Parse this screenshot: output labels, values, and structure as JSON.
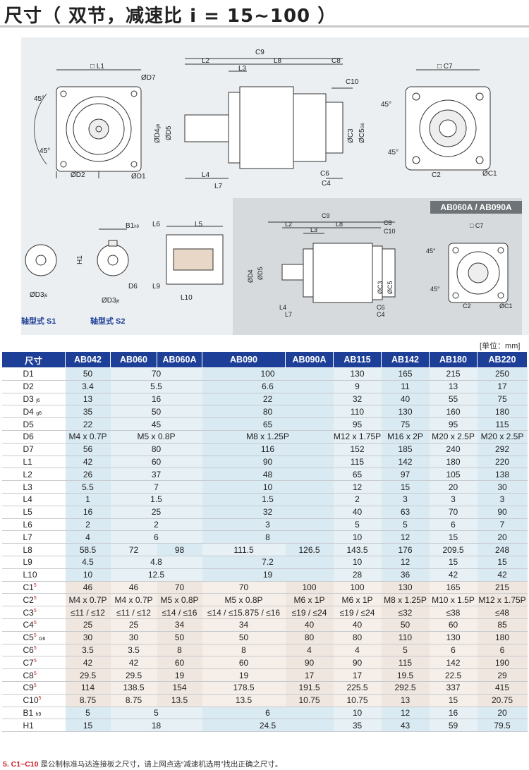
{
  "header": {
    "title": "尺寸（ 双节，减速比 i = 15~100 ）"
  },
  "drawing": {
    "inset_tag": "AB060A / AB090A",
    "labels": {
      "L1": "□ L1",
      "D7": "ØD7",
      "D2": "ØD2",
      "D1": "ØD1",
      "deg45a": "45°",
      "deg45b": "45°",
      "C9": "C9",
      "L2": "L2",
      "L3": "L3",
      "L8": "L8",
      "C8": "C8",
      "C10": "C10",
      "D4": "ØD4",
      "D4sub": "g6",
      "D5": "ØD5",
      "C3": "ØC3",
      "C5": "ØC5",
      "C5sub": "G6",
      "L4": "L4",
      "L7": "L7",
      "C6": "C6",
      "C4": "C4",
      "C7": "□ C7",
      "C2": "C2",
      "C1": "ØC1",
      "deg45c": "45°",
      "deg45d": "45°",
      "B1": "B1",
      "B1sub": "h9",
      "H1": "H1",
      "D6": "D6",
      "L6": "L6",
      "L5": "L5",
      "L9": "L9",
      "L10": "L10",
      "D3": "ØD3",
      "D3sub": "j6",
      "D3b": "ØD3",
      "D3bsub": "j6",
      "S1": "轴型式 S1",
      "S2": "轴型式 S2",
      "iC9": "C9",
      "iL2": "L2",
      "iL3": "L3",
      "iL8": "L8",
      "iC8": "C8",
      "iC10": "C10",
      "iC7": "□ C7",
      "iD4": "ØD4",
      "iD5": "ØD5",
      "iC3": "ØC3",
      "iC5": "ØC5",
      "iL4": "L4",
      "iL7": "L7",
      "iC6": "C6",
      "iC4": "C4",
      "iC2": "C2",
      "iC1": "ØC1",
      "i45a": "45°",
      "i45b": "45°"
    }
  },
  "unit_note": "[单位：mm]",
  "table": {
    "headers": [
      "尺寸",
      "AB042",
      "AB060",
      "AB060A",
      "AB090",
      "AB090A",
      "AB115",
      "AB142",
      "AB180",
      "AB220"
    ],
    "rows": [
      {
        "label": "D1",
        "sub": "",
        "sup": false,
        "cells": [
          [
            "50",
            1
          ],
          [
            "70",
            2
          ],
          [
            "100",
            2
          ],
          [
            "130",
            1
          ],
          [
            "165",
            1
          ],
          [
            "215",
            1
          ],
          [
            "250",
            1
          ]
        ]
      },
      {
        "label": "D2",
        "sub": "",
        "sup": false,
        "cells": [
          [
            "3.4",
            1
          ],
          [
            "5.5",
            2
          ],
          [
            "6.6",
            2
          ],
          [
            "9",
            1
          ],
          [
            "11",
            1
          ],
          [
            "13",
            1
          ],
          [
            "17",
            1
          ]
        ]
      },
      {
        "label": "D3",
        "sub": "j6",
        "sup": false,
        "cells": [
          [
            "13",
            1
          ],
          [
            "16",
            2
          ],
          [
            "22",
            2
          ],
          [
            "32",
            1
          ],
          [
            "40",
            1
          ],
          [
            "55",
            1
          ],
          [
            "75",
            1
          ]
        ]
      },
      {
        "label": "D4",
        "sub": "g6",
        "sup": false,
        "cells": [
          [
            "35",
            1
          ],
          [
            "50",
            2
          ],
          [
            "80",
            2
          ],
          [
            "110",
            1
          ],
          [
            "130",
            1
          ],
          [
            "160",
            1
          ],
          [
            "180",
            1
          ]
        ]
      },
      {
        "label": "D5",
        "sub": "",
        "sup": false,
        "cells": [
          [
            "22",
            1
          ],
          [
            "45",
            2
          ],
          [
            "65",
            2
          ],
          [
            "95",
            1
          ],
          [
            "75",
            1
          ],
          [
            "95",
            1
          ],
          [
            "115",
            1
          ]
        ]
      },
      {
        "label": "D6",
        "sub": "",
        "sup": false,
        "cells": [
          [
            "M4 x 0.7P",
            1
          ],
          [
            "M5 x 0.8P",
            2
          ],
          [
            "M8 x 1.25P",
            2
          ],
          [
            "M12 x 1.75P",
            1
          ],
          [
            "M16 x 2P",
            1
          ],
          [
            "M20 x 2.5P",
            1
          ],
          [
            "M20 x 2.5P",
            1
          ]
        ]
      },
      {
        "label": "D7",
        "sub": "",
        "sup": false,
        "cells": [
          [
            "56",
            1
          ],
          [
            "80",
            2
          ],
          [
            "116",
            2
          ],
          [
            "152",
            1
          ],
          [
            "185",
            1
          ],
          [
            "240",
            1
          ],
          [
            "292",
            1
          ]
        ]
      },
      {
        "label": "L1",
        "sub": "",
        "sup": false,
        "cells": [
          [
            "42",
            1
          ],
          [
            "60",
            2
          ],
          [
            "90",
            2
          ],
          [
            "115",
            1
          ],
          [
            "142",
            1
          ],
          [
            "180",
            1
          ],
          [
            "220",
            1
          ]
        ]
      },
      {
        "label": "L2",
        "sub": "",
        "sup": false,
        "cells": [
          [
            "26",
            1
          ],
          [
            "37",
            2
          ],
          [
            "48",
            2
          ],
          [
            "65",
            1
          ],
          [
            "97",
            1
          ],
          [
            "105",
            1
          ],
          [
            "138",
            1
          ]
        ]
      },
      {
        "label": "L3",
        "sub": "",
        "sup": false,
        "cells": [
          [
            "5.5",
            1
          ],
          [
            "7",
            2
          ],
          [
            "10",
            2
          ],
          [
            "12",
            1
          ],
          [
            "15",
            1
          ],
          [
            "20",
            1
          ],
          [
            "30",
            1
          ]
        ]
      },
      {
        "label": "L4",
        "sub": "",
        "sup": false,
        "cells": [
          [
            "1",
            1
          ],
          [
            "1.5",
            2
          ],
          [
            "1.5",
            2
          ],
          [
            "2",
            1
          ],
          [
            "3",
            1
          ],
          [
            "3",
            1
          ],
          [
            "3",
            1
          ]
        ]
      },
      {
        "label": "L5",
        "sub": "",
        "sup": false,
        "cells": [
          [
            "16",
            1
          ],
          [
            "25",
            2
          ],
          [
            "32",
            2
          ],
          [
            "40",
            1
          ],
          [
            "63",
            1
          ],
          [
            "70",
            1
          ],
          [
            "90",
            1
          ]
        ]
      },
      {
        "label": "L6",
        "sub": "",
        "sup": false,
        "cells": [
          [
            "2",
            1
          ],
          [
            "2",
            2
          ],
          [
            "3",
            2
          ],
          [
            "5",
            1
          ],
          [
            "5",
            1
          ],
          [
            "6",
            1
          ],
          [
            "7",
            1
          ]
        ]
      },
      {
        "label": "L7",
        "sub": "",
        "sup": false,
        "cells": [
          [
            "4",
            1
          ],
          [
            "6",
            2
          ],
          [
            "8",
            2
          ],
          [
            "10",
            1
          ],
          [
            "12",
            1
          ],
          [
            "15",
            1
          ],
          [
            "20",
            1
          ]
        ]
      },
      {
        "label": "L8",
        "sub": "",
        "sup": false,
        "cells": [
          [
            "58.5",
            1
          ],
          [
            "72",
            1
          ],
          [
            "98",
            1
          ],
          [
            "111.5",
            1
          ],
          [
            "126.5",
            1
          ],
          [
            "143.5",
            1
          ],
          [
            "176",
            1
          ],
          [
            "209.5",
            1
          ],
          [
            "248",
            1
          ]
        ]
      },
      {
        "label": "L9",
        "sub": "",
        "sup": false,
        "cells": [
          [
            "4.5",
            1
          ],
          [
            "4.8",
            2
          ],
          [
            "7.2",
            2
          ],
          [
            "10",
            1
          ],
          [
            "12",
            1
          ],
          [
            "15",
            1
          ],
          [
            "15",
            1
          ]
        ]
      },
      {
        "label": "L10",
        "sub": "",
        "sup": false,
        "cells": [
          [
            "10",
            1
          ],
          [
            "12.5",
            2
          ],
          [
            "19",
            2
          ],
          [
            "28",
            1
          ],
          [
            "36",
            1
          ],
          [
            "42",
            1
          ],
          [
            "42",
            1
          ]
        ]
      },
      {
        "label": "C1",
        "sub": "",
        "sup": true,
        "cells": [
          [
            "46",
            1
          ],
          [
            "46",
            1
          ],
          [
            "70",
            1
          ],
          [
            "70",
            1
          ],
          [
            "100",
            1
          ],
          [
            "100",
            1
          ],
          [
            "130",
            1
          ],
          [
            "165",
            1
          ],
          [
            "215",
            1
          ]
        ]
      },
      {
        "label": "C2",
        "sub": "",
        "sup": true,
        "cells": [
          [
            "M4 x 0.7P",
            1
          ],
          [
            "M4 x 0.7P",
            1
          ],
          [
            "M5 x 0.8P",
            1
          ],
          [
            "M5 x 0.8P",
            1
          ],
          [
            "M6 x 1P",
            1
          ],
          [
            "M6 x 1P",
            1
          ],
          [
            "M8 x 1.25P",
            1
          ],
          [
            "M10 x 1.5P",
            1
          ],
          [
            "M12 x 1.75P",
            1
          ]
        ]
      },
      {
        "label": "C3",
        "sub": "",
        "sup": true,
        "cells": [
          [
            "≤11 / ≤12",
            1
          ],
          [
            "≤11 / ≤12",
            1
          ],
          [
            "≤14 / ≤16",
            1
          ],
          [
            "≤14 / ≤15.875 / ≤16",
            1
          ],
          [
            "≤19 / ≤24",
            1
          ],
          [
            "≤19 / ≤24",
            1
          ],
          [
            "≤32",
            1
          ],
          [
            "≤38",
            1
          ],
          [
            "≤48",
            1
          ]
        ]
      },
      {
        "label": "C4",
        "sub": "",
        "sup": true,
        "cells": [
          [
            "25",
            1
          ],
          [
            "25",
            1
          ],
          [
            "34",
            1
          ],
          [
            "34",
            1
          ],
          [
            "40",
            1
          ],
          [
            "40",
            1
          ],
          [
            "50",
            1
          ],
          [
            "60",
            1
          ],
          [
            "85",
            1
          ]
        ]
      },
      {
        "label": "C5",
        "sub": "G6",
        "sup": true,
        "cells": [
          [
            "30",
            1
          ],
          [
            "30",
            1
          ],
          [
            "50",
            1
          ],
          [
            "50",
            1
          ],
          [
            "80",
            1
          ],
          [
            "80",
            1
          ],
          [
            "110",
            1
          ],
          [
            "130",
            1
          ],
          [
            "180",
            1
          ]
        ]
      },
      {
        "label": "C6",
        "sub": "",
        "sup": true,
        "cells": [
          [
            "3.5",
            1
          ],
          [
            "3.5",
            1
          ],
          [
            "8",
            1
          ],
          [
            "8",
            1
          ],
          [
            "4",
            1
          ],
          [
            "4",
            1
          ],
          [
            "5",
            1
          ],
          [
            "6",
            1
          ],
          [
            "6",
            1
          ]
        ]
      },
      {
        "label": "C7",
        "sub": "",
        "sup": true,
        "cells": [
          [
            "42",
            1
          ],
          [
            "42",
            1
          ],
          [
            "60",
            1
          ],
          [
            "60",
            1
          ],
          [
            "90",
            1
          ],
          [
            "90",
            1
          ],
          [
            "115",
            1
          ],
          [
            "142",
            1
          ],
          [
            "190",
            1
          ]
        ]
      },
      {
        "label": "C8",
        "sub": "",
        "sup": true,
        "cells": [
          [
            "29.5",
            1
          ],
          [
            "29.5",
            1
          ],
          [
            "19",
            1
          ],
          [
            "19",
            1
          ],
          [
            "17",
            1
          ],
          [
            "17",
            1
          ],
          [
            "19.5",
            1
          ],
          [
            "22.5",
            1
          ],
          [
            "29",
            1
          ]
        ]
      },
      {
        "label": "C9",
        "sub": "",
        "sup": true,
        "cells": [
          [
            "114",
            1
          ],
          [
            "138.5",
            1
          ],
          [
            "154",
            1
          ],
          [
            "178.5",
            1
          ],
          [
            "191.5",
            1
          ],
          [
            "225.5",
            1
          ],
          [
            "292.5",
            1
          ],
          [
            "337",
            1
          ],
          [
            "415",
            1
          ]
        ]
      },
      {
        "label": "C10",
        "sub": "",
        "sup": true,
        "cells": [
          [
            "8.75",
            1
          ],
          [
            "8.75",
            1
          ],
          [
            "13.5",
            1
          ],
          [
            "13.5",
            1
          ],
          [
            "10.75",
            1
          ],
          [
            "10.75",
            1
          ],
          [
            "13",
            1
          ],
          [
            "15",
            1
          ],
          [
            "20.75",
            1
          ]
        ]
      },
      {
        "label": "B1",
        "sub": "h9",
        "sup": false,
        "cells": [
          [
            "5",
            1
          ],
          [
            "5",
            2
          ],
          [
            "6",
            2
          ],
          [
            "10",
            1
          ],
          [
            "12",
            1
          ],
          [
            "16",
            1
          ],
          [
            "20",
            1
          ]
        ]
      },
      {
        "label": "H1",
        "sub": "",
        "sup": false,
        "cells": [
          [
            "15",
            1
          ],
          [
            "18",
            2
          ],
          [
            "24.5",
            2
          ],
          [
            "35",
            1
          ],
          [
            "43",
            1
          ],
          [
            "59",
            1
          ],
          [
            "79.5",
            1
          ]
        ]
      }
    ]
  },
  "footnote": {
    "prefix": "5. C1~C10",
    "text": " 是公制标准马达连接板之尺寸，请上网点选“减速机选用”找出正确之尺寸。"
  }
}
